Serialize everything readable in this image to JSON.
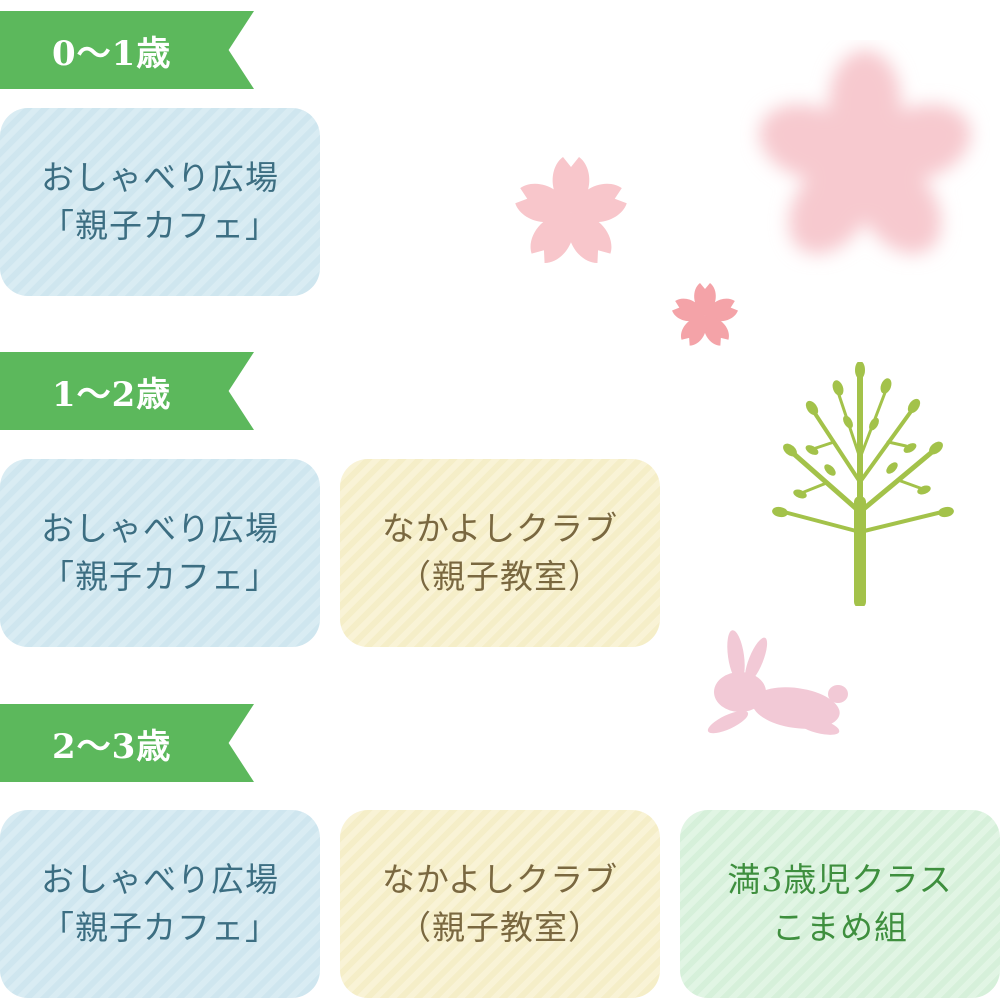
{
  "sections": [
    {
      "age_label": "0〜1歳",
      "cards": [
        {
          "line1": "おしゃべり広場",
          "line2": "「親子カフェ」"
        }
      ]
    },
    {
      "age_label": "1〜2歳",
      "cards": [
        {
          "line1": "おしゃべり広場",
          "line2": "「親子カフェ」"
        },
        {
          "line1": "なかよしクラブ",
          "line2": "（親子教室）"
        }
      ]
    },
    {
      "age_label": "2〜3歳",
      "cards": [
        {
          "line1": "おしゃべり広場",
          "line2": "「親子カフェ」"
        },
        {
          "line1": "なかよしクラブ",
          "line2": "（親子教室）"
        },
        {
          "line1": "満3歳児クラス",
          "line2": "こまめ組"
        }
      ]
    }
  ],
  "colors": {
    "ribbon": "#5cb85c",
    "card_blue": "#d4e9f1",
    "card_yellow": "#f7f0cf",
    "card_green": "#dbf2de",
    "sakura": "#f7c3c8",
    "tree": "#a3c24a",
    "rabbit": "#f2c9d6"
  },
  "decorations": [
    "blurred-sakura-icon",
    "sakura-icon",
    "small-sakura-icon",
    "tree-icon",
    "rabbit-icon"
  ]
}
